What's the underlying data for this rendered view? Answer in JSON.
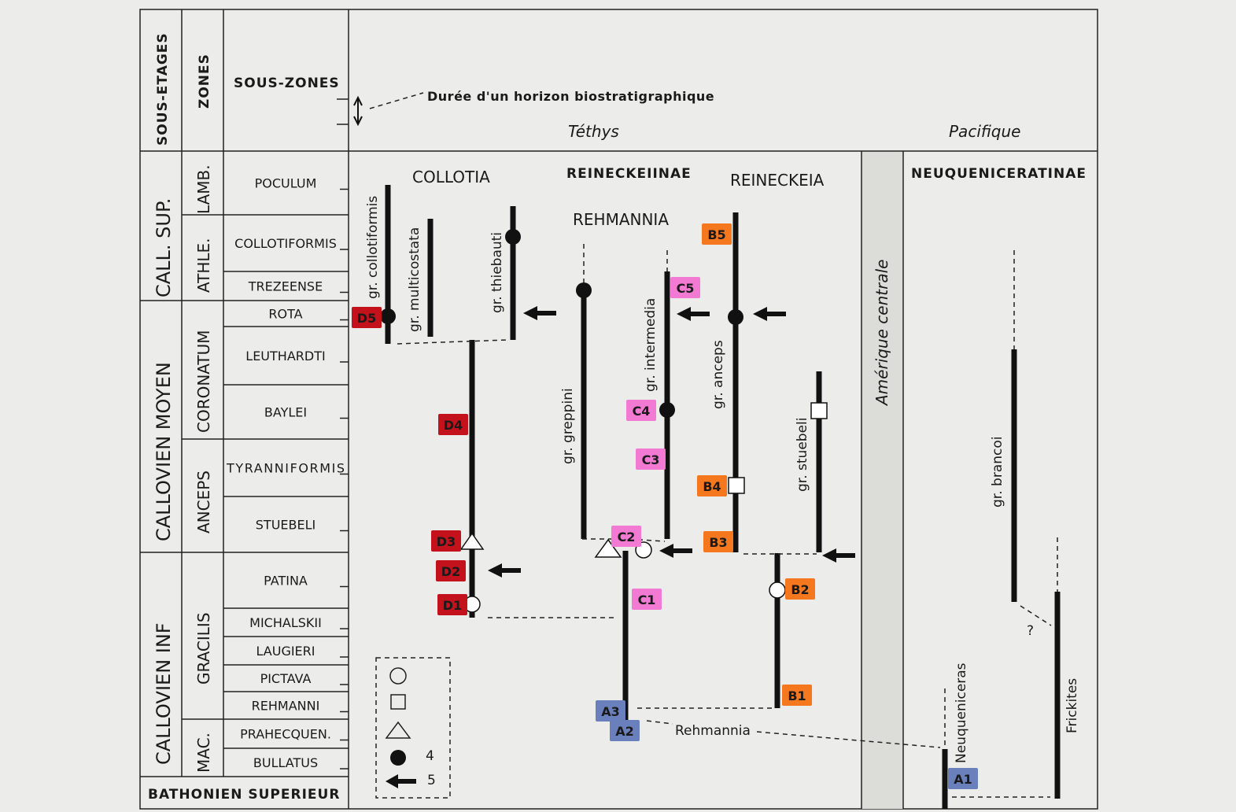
{
  "header": {
    "sous_etages": "SOUS-ETAGES",
    "zones": "ZONES",
    "sous_zones": "SOUS-ZONES",
    "horizon_note": "Durée d'un horizon biostratigraphique",
    "tethys": "Téthys",
    "pacifique": "Pacifique"
  },
  "sous_etages": [
    "CALL. SUP.",
    "CALLOVIEN MOYEN",
    "CALLOVIEN INF"
  ],
  "zones": [
    "LAMB.",
    "ATHLE.",
    "CORONATUM",
    "ANCEPS",
    "GRACILIS",
    "MAC."
  ],
  "sous_zones": [
    "POCULUM",
    "COLLOTIFORMIS",
    "TREZEENSE",
    "ROTA",
    "LEUTHARDTI",
    "BAYLEI",
    "TYRANNIFORMIS",
    "STUEBELI",
    "PATINA",
    "MICHALSKII",
    "LAUGIERI",
    "PICTAVA",
    "REHMANNI",
    "PRAHECQUEN.",
    "BULLATUS"
  ],
  "bathonien": "BATHONIEN SUPERIEUR",
  "groups": {
    "collotia": "COLLOTIA",
    "reineckeiinae": "REINECKEIINAE",
    "reineckeia": "REINECKEIA",
    "rehmannia": "REHMANNIA",
    "amerique": "Amérique centrale",
    "neuqueniceratinae": "NEUQUENICERATINAE"
  },
  "taxa": {
    "collotiformis": "gr. collotiformis",
    "multicostata": "gr. multicostata",
    "thiebauti": "gr. thiebauti",
    "greppini": "gr. greppini",
    "intermedia": "gr. intermedia",
    "anceps": "gr. anceps",
    "stuebeli": "gr. stuebeli",
    "brancoi": "gr. brancoi",
    "neuqueniceras": "Neuqueniceras",
    "frickites": "Frickites",
    "rehmannia_link": "Rehmannia",
    "question": "?"
  },
  "labels": {
    "D5": "D5",
    "D4": "D4",
    "D3": "D3",
    "D2": "D2",
    "D1": "D1",
    "C5": "C5",
    "C4": "C4",
    "C3": "C3",
    "C2": "C2",
    "C1": "C1",
    "B5": "B5",
    "B4": "B4",
    "B3": "B3",
    "B2": "B2",
    "B1": "B1",
    "A3": "A3",
    "A2": "A2",
    "A1": "A1"
  },
  "legend": {
    "filled_circle": "4",
    "arrow": "5"
  },
  "colors": {
    "D": "#c3121c",
    "C": "#f27ad2",
    "B": "#f5781e",
    "A": "#6a80bc"
  }
}
